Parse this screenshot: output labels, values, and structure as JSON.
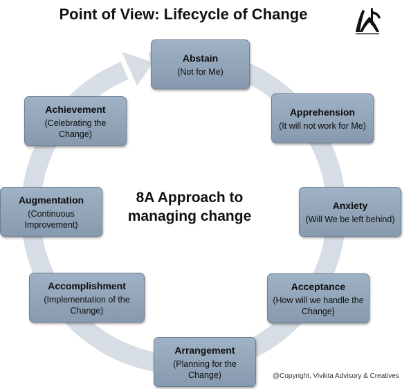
{
  "title": "Point of View: Lifecycle of Change",
  "center": {
    "line1": "8A Approach to",
    "line2": "managing change"
  },
  "stages": [
    {
      "name": "Abstain",
      "desc": "(Not for Me)"
    },
    {
      "name": "Apprehension",
      "desc": "(It will not work for Me)"
    },
    {
      "name": "Anxiety",
      "desc": "(Will We be left behind)"
    },
    {
      "name": "Acceptance",
      "desc": "(How will we handle the Change)"
    },
    {
      "name": "Arrangement",
      "desc": "(Planning for the Change)"
    },
    {
      "name": "Accomplishment",
      "desc": "(Implementation of the Change)"
    },
    {
      "name": "Augmentation",
      "desc": "(Continuous Improvement)"
    },
    {
      "name": "Achievement",
      "desc": "(Celebrating the Change)"
    }
  ],
  "copyright": "@Copyright, Vivikta Advisory & Creatives",
  "colors": {
    "box_fill": "#93a6ba",
    "ring": "#d7dde4"
  },
  "logo": {
    "icon": "vivikta-logo-icon"
  }
}
